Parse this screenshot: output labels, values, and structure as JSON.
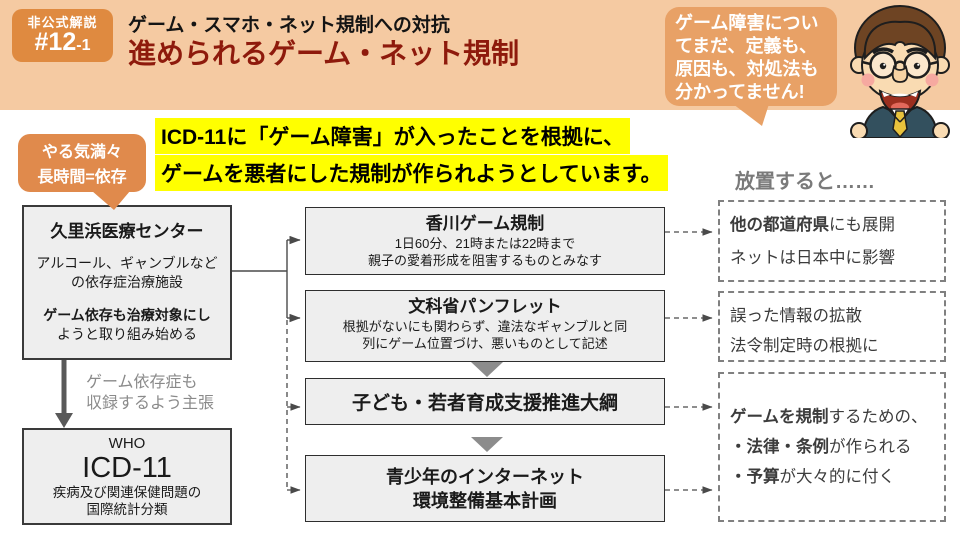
{
  "colors": {
    "header_band": "#F5CAA2",
    "badge_orange": "#DF8A40",
    "speech_bubble_orange": "#E8A166",
    "callout_orange": "#E08A4C",
    "title_red": "#8E1A0C",
    "highlight_yellow": "#FFFF00",
    "box_gray_fill": "#EEEEEE",
    "muted_gray_text": "#7A7A7A",
    "arrow_gray": "#595959"
  },
  "header": {
    "badge_line1": "非公式解説",
    "badge_number": "#12",
    "badge_suffix": "-1",
    "subtitle": "ゲーム・スマホ・ネット規制への対抗",
    "title": "進められるゲーム・ネット規制"
  },
  "speech_bubble": {
    "lines": [
      "ゲーム障害につい",
      "てまだ、定義も、",
      "原因も、対処法も",
      "分かってません!"
    ]
  },
  "callout": {
    "lines": [
      "やる気満々",
      "長時間=依存"
    ]
  },
  "highlight": {
    "lines": [
      "ICD-11に「ゲーム障害」が入ったことを根拠に、",
      "ゲームを悪者にした規制が作られようとしています。"
    ]
  },
  "hospital_box": {
    "title": "久里浜医療センター",
    "body1_line1": "アルコール、ギャンブルなど",
    "body1_line2": "の依存症治療施設",
    "body2_line1_bold": "ゲーム依存も治療対象にし",
    "body2_line2": "ようと取り組み始める"
  },
  "who_arrow": {
    "label_line1": "ゲーム依存症も",
    "label_line2": "収録するよう主張"
  },
  "who_box": {
    "org": "WHO",
    "code": "ICD-11",
    "desc_line1": "疾病及び関連保健問題の",
    "desc_line2": "国際統計分類"
  },
  "flow_boxes": [
    {
      "title": "香川ゲーム規制",
      "body_line1": "1日60分、21時または22時まで",
      "body_line2": "親子の愛着形成を阻害するものとみなす"
    },
    {
      "title": "文科省パンフレット",
      "body_line1": "根拠がないにも関わらず、違法なギャンブルと同",
      "body_line2": "列にゲーム位置づけ、悪いものとして記述"
    },
    {
      "title": "子ども・若者育成支援推進大綱"
    },
    {
      "title_line1": "青少年のインターネット",
      "title_line2": "環境整備基本計画"
    }
  ],
  "consequences": {
    "heading": "放置すると……",
    "box1": {
      "line1_bold": "他の都道府県",
      "line1_rest": "にも展開",
      "line2": "ネットは日本中に影響"
    },
    "box2": {
      "line1": "誤った情報の拡散",
      "line2": "法令制定時の根拠に"
    },
    "box3": {
      "line1_bold": "ゲームを規制",
      "line1_rest": "するための、",
      "line2_bold": "・法律・条例",
      "line2_rest": "が作られる",
      "line3_bold": "・予算",
      "line3_rest": "が大々的に付く"
    }
  }
}
